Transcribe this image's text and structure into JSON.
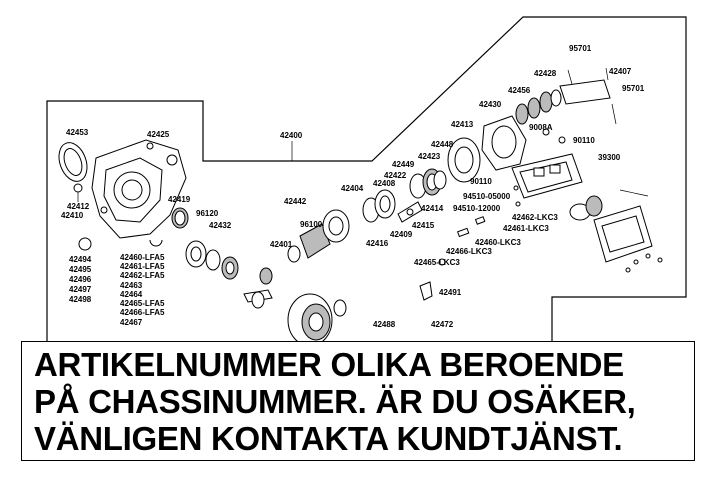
{
  "part_numbers": {
    "p42400": "42400",
    "p42453": "42453",
    "p42425": "42425",
    "p42412": "42412",
    "p42410": "42410",
    "p42419": "42419",
    "p96120": "96120",
    "p42432": "42432",
    "p42442": "42442",
    "p96100": "96100",
    "p42401": "42401",
    "p42404": "42404",
    "p42408": "42408",
    "p42422": "42422",
    "p42449": "42449",
    "p42423": "42423",
    "p42413": "42413",
    "p42448": "42448",
    "p42430": "42430",
    "p42456": "42456",
    "p42428": "42428",
    "p95701a": "95701",
    "p42407": "42407",
    "p95701b": "95701",
    "p9008A": "9008A",
    "p90110a": "90110",
    "p90110b": "90110",
    "p39300": "39300",
    "p42414": "42414",
    "p42415": "42415",
    "p42409": "42409",
    "p42416": "42416",
    "p94510_05000": "94510-05000",
    "p94510_12000": "94510-12000",
    "p42462_lkc3": "42462-LKC3",
    "p42461_lkc3": "42461-LKC3",
    "p42460_lkc3": "42460-LKC3",
    "p42466_lkc3": "42466-LKC3",
    "p42465_lkc3": "42465-LKC3",
    "p42491": "42491",
    "p42488": "42488",
    "p42472": "42472"
  },
  "left_list_a": [
    "42494",
    "42495",
    "42496",
    "42497",
    "42498"
  ],
  "left_list_b": [
    "42460-LFA5",
    "42461-LFA5",
    "42462-LFA5",
    "42463",
    "42464",
    "42465-LFA5",
    "42466-LFA5",
    "42467"
  ],
  "notice": {
    "line1": "ARTIKELNUMMER OLIKA BEROENDE",
    "line2": "PÅ CHASSINUMMER. ÄR DU OSÄKER,",
    "line3": "VÄNLIGEN KONTAKTA KUNDTJÄNST."
  }
}
